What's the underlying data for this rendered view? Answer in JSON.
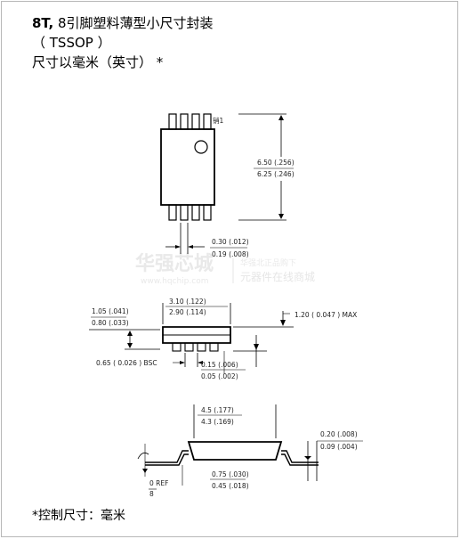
{
  "header": {
    "title_bold": "8T,",
    "title_rest": " 8引脚塑料薄型小尺寸封装",
    "subtitle": "（  TSSOP ）",
    "units_line": "尺寸以毫米（英寸）  *"
  },
  "top_view": {
    "pin1_label": "销1",
    "height_max": "6.50 (.256)",
    "height_min": "6.25 (.246)",
    "lead_width_max": "0.30 (.012)",
    "lead_width_min": "0.19 (.008)"
  },
  "watermark": {
    "brand": "华强芯城",
    "url": "www.hqchip.com",
    "tagline_small": "华强北正品购下",
    "tagline": "元器件在线商城"
  },
  "side_view": {
    "body_length_max": "3.10 (.122)",
    "body_length_min": "2.90 (.114)",
    "standoff_max": "1.05 (.041)",
    "standoff_min": "0.80 (.033)",
    "height_max": "1.20  (  0.047 )   MAX",
    "pitch": "0.65  (  0.026 )   BSC",
    "lead_clear_max": "0.15 (.006)",
    "lead_clear_min": "0.05 (.002)"
  },
  "end_view": {
    "width_max": "4.5 (.177)",
    "width_min": "4.3 (.169)",
    "thickness_max": "0.20 (.008)",
    "thickness_min": "0.09 (.004)",
    "foot_max": "0.75 (.030)",
    "foot_min": "0.45 (.018)",
    "ref_label": "0  REF",
    "ref_angle": "8"
  },
  "footnote": "*控制尺寸：毫米"
}
